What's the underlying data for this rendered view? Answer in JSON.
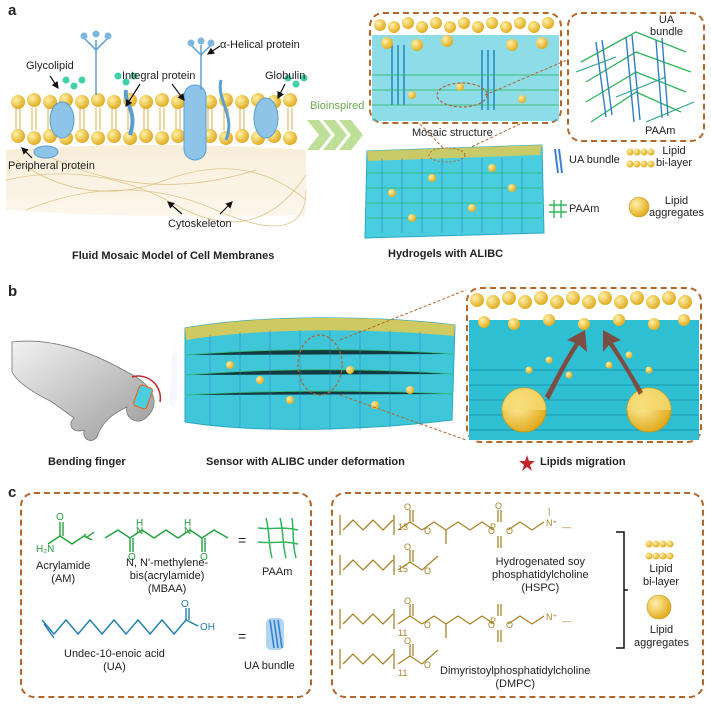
{
  "panels": {
    "a": {
      "letter": "a",
      "labels": {
        "glycolipid": "Glycolipid",
        "integral_protein": "Integral protein",
        "alpha_helical": "α-Helical protein",
        "globulin": "Globulin",
        "peripheral": "Peripheral protein",
        "cytoskeleton": "Cytoskeleton",
        "bioinspired": "Bioinspired",
        "mosaic": "Mosaic structure",
        "ua_bundle_top": "UA\nbundle",
        "paam_top": "PAAm",
        "legend_ua": "UA bundle",
        "legend_lipid_bilayer": "Lipid\nbi-layer",
        "legend_paam": "PAAm",
        "legend_lipid_agg": "Lipid\naggregates"
      },
      "captions": {
        "left": "Fluid Mosaic Model of Cell Membranes",
        "right": "Hydrogels with ALIBC"
      }
    },
    "b": {
      "letter": "b",
      "captions": {
        "finger": "Bending finger",
        "sensor": "Sensor with ALIBC under deformation",
        "migration": "Lipids migration"
      }
    },
    "c": {
      "letter": "c",
      "left": {
        "am_name": "Acrylamide\n(AM)",
        "mbaa_name": "N, N'-methylene-\nbis(acrylamide)\n(MBAA)",
        "paam": "PAAm",
        "ua_name": "Undec-10-enoic acid\n(UA)",
        "ua_bundle": "UA bundle",
        "equals": "="
      },
      "right": {
        "hspc_name": "Hydrogenated soy\nphosphatidylcholine\n(HSPC)",
        "dmpc_name": "Dimyristoylphosphatidylcholine\n(DMPC)",
        "lipid_bilayer": "Lipid\nbi-layer",
        "lipid_aggregates": "Lipid\naggregates",
        "sub13": "13",
        "sub15": "15",
        "sub11a": "11",
        "sub11b": "11"
      }
    }
  },
  "colors": {
    "accent_brown": "#b3652a",
    "lipid_gold": "#f0c236",
    "hydrogel_cyan": "#3fc6d9",
    "paam_green": "#2fb55a",
    "ua_blue": "#3b7fd0",
    "protein_blue": "#8ec4e8",
    "star_red": "#c0272d"
  }
}
